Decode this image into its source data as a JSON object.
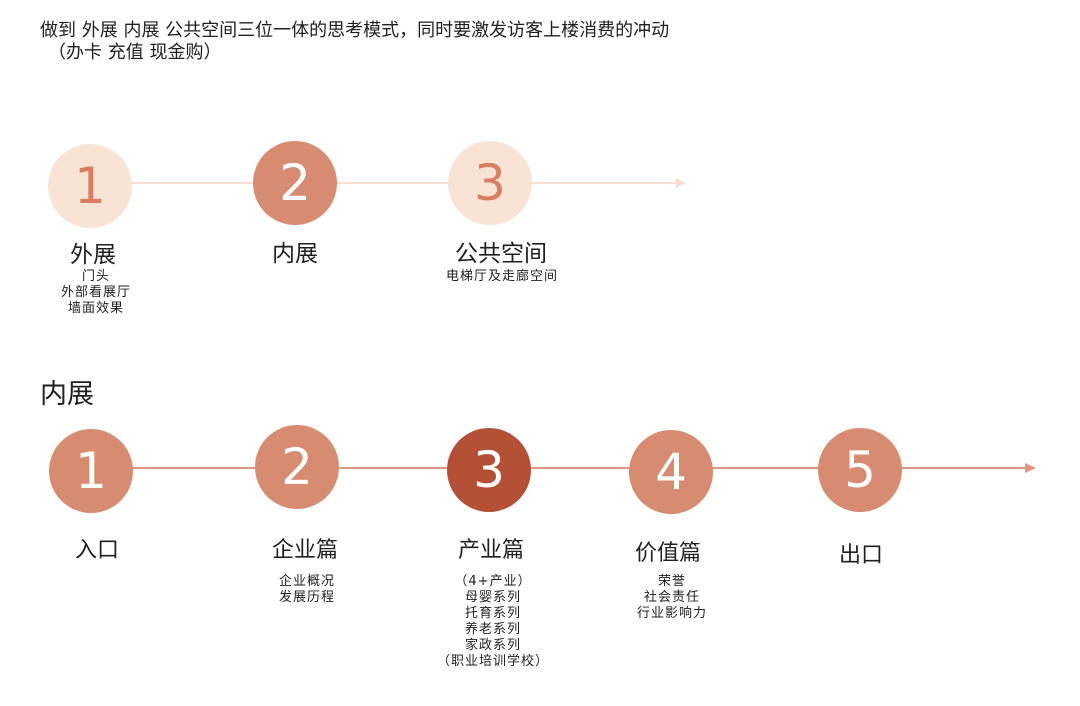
{
  "intro": {
    "line1": "做到 外展 内展 公共空间三位一体的思考模式，同时要激发访客上楼消费的冲动",
    "line2": "（办卡 充值 现金购）"
  },
  "colors": {
    "light": "#f9e3d5",
    "mid": "#d78b70",
    "dark": "#b45036",
    "line1": "#f7ddd2",
    "line2": "#dc9880",
    "light_digit": "#d97f60"
  },
  "top_row": {
    "steps": [
      {
        "number": "1",
        "title": "外展",
        "details": [
          "门头",
          "外部看展厅",
          "墙面效果"
        ]
      },
      {
        "number": "2",
        "title": "内展",
        "details": []
      },
      {
        "number": "3",
        "title": "公共空间",
        "details": [
          "电梯厅及走廊空间"
        ]
      }
    ]
  },
  "inner": {
    "section_title": "内展",
    "steps": [
      {
        "number": "1",
        "title": "入口",
        "details": []
      },
      {
        "number": "2",
        "title": "企业篇",
        "details": [
          "企业概况",
          "发展历程"
        ]
      },
      {
        "number": "3",
        "title": "产业篇",
        "details": [
          "（4+产业）",
          "母婴系列",
          "托育系列",
          "养老系列",
          "家政系列",
          "（职业培训学校）"
        ]
      },
      {
        "number": "4",
        "title": "价值篇",
        "details": [
          "荣誉",
          "社会责任",
          "行业影响力"
        ]
      },
      {
        "number": "5",
        "title": "出口",
        "details": []
      }
    ]
  }
}
